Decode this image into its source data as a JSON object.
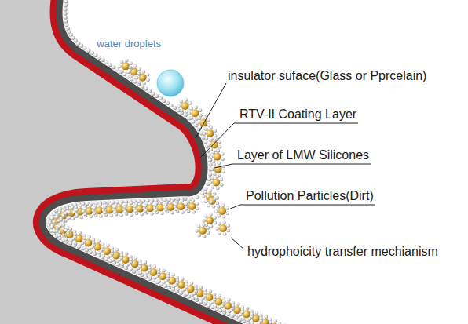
{
  "diagram": {
    "labels": [
      "water droplets",
      "insulator suface(Glass or Pprcelain)",
      "RTV-II Coating Layer",
      "Layer of LMW Silicones",
      "Pollution Particles(Dirt)",
      "hydrophoicity transfer mechianism"
    ]
  }
}
